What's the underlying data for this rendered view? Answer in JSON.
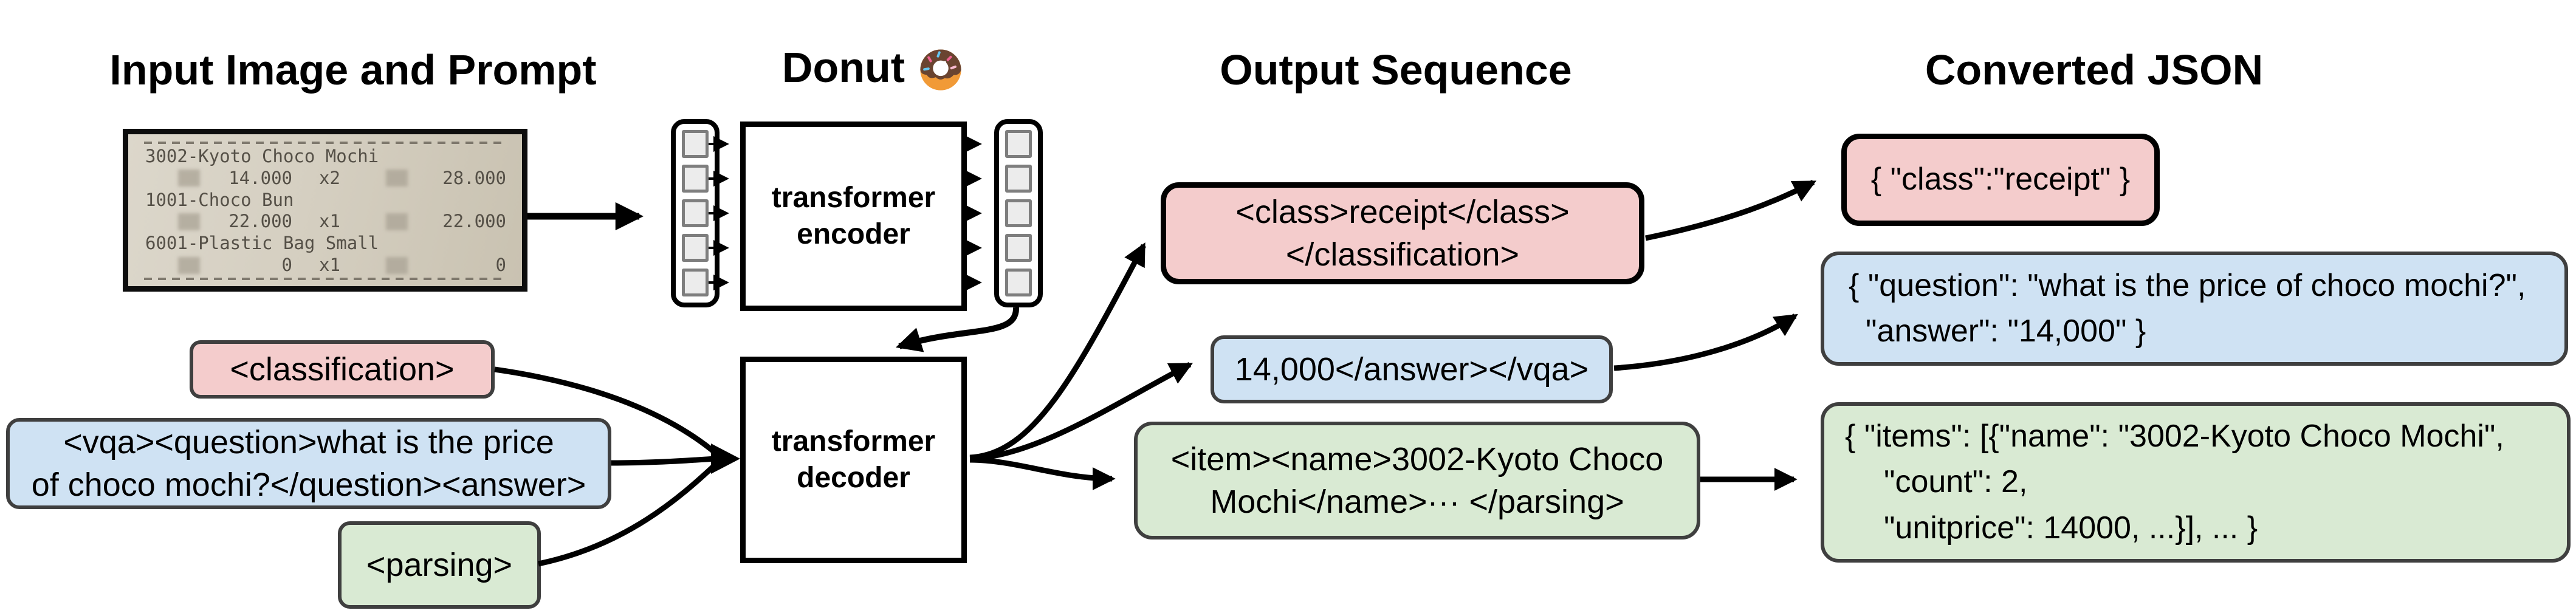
{
  "titles": {
    "input": "Input Image and Prompt",
    "model": "Donut",
    "output": "Output Sequence",
    "json": "Converted JSON"
  },
  "receipt": {
    "items": [
      {
        "name": "3002-Kyoto Choco Mochi",
        "price": "14.000",
        "qty": "x2",
        "total": "28.000"
      },
      {
        "name": "1001-Choco Bun",
        "price": "22.000",
        "qty": "x1",
        "total": "22.000"
      },
      {
        "name": "6001-Plastic Bag Small",
        "price": "0",
        "qty": "x1",
        "total": "0"
      }
    ]
  },
  "model": {
    "encoder_line1": "transformer",
    "encoder_line2": "encoder",
    "decoder_line1": "transformer",
    "decoder_line2": "decoder"
  },
  "prompts": {
    "classification": {
      "label": "<classification>"
    },
    "vqa": {
      "line1": "<vqa><question>what is the price",
      "line2": "of choco mochi?</question><answer>"
    },
    "parsing": {
      "label": "<parsing>"
    }
  },
  "outputs": {
    "classification": {
      "line1": "<class>receipt</class>",
      "line2": "</classification>"
    },
    "vqa": {
      "label": "14,000</answer></vqa>"
    },
    "parsing": {
      "line1": "<item><name>3002-Kyoto Choco",
      "line2": "Mochi</name>··· </parsing>"
    }
  },
  "json": {
    "classification": {
      "label": "{ \"class\":\"receipt\" }"
    },
    "vqa": {
      "line1": "{ \"question\": \"what is the price of choco mochi?\",",
      "line2": "\"answer\": \"14,000\" }"
    },
    "parsing": {
      "line1": "{ \"items\": [{\"name\": \"3002-Kyoto Choco Mochi\",",
      "line2": "\"count\": 2,",
      "line3": "\"unitprice\": 14000, ...}], ... }"
    }
  },
  "colors": {
    "classification": "#f4cccc",
    "vqa": "#cfe2f3",
    "parsing": "#d9ead3"
  }
}
